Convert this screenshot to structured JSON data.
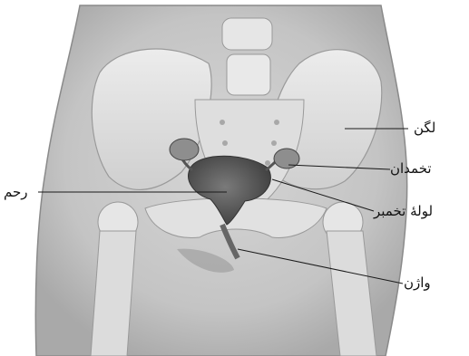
{
  "labels": {
    "pelvis": "لگن",
    "ovary": "تخمدان",
    "uterus": "رحم",
    "fallopian_tube": "لولهٔ تخمبر",
    "vagina": "واژن"
  },
  "colors": {
    "skin": "#cfcfcf",
    "bone": "#e4e4e4",
    "uterus": "#555555",
    "leader": "#1a1a1a"
  }
}
